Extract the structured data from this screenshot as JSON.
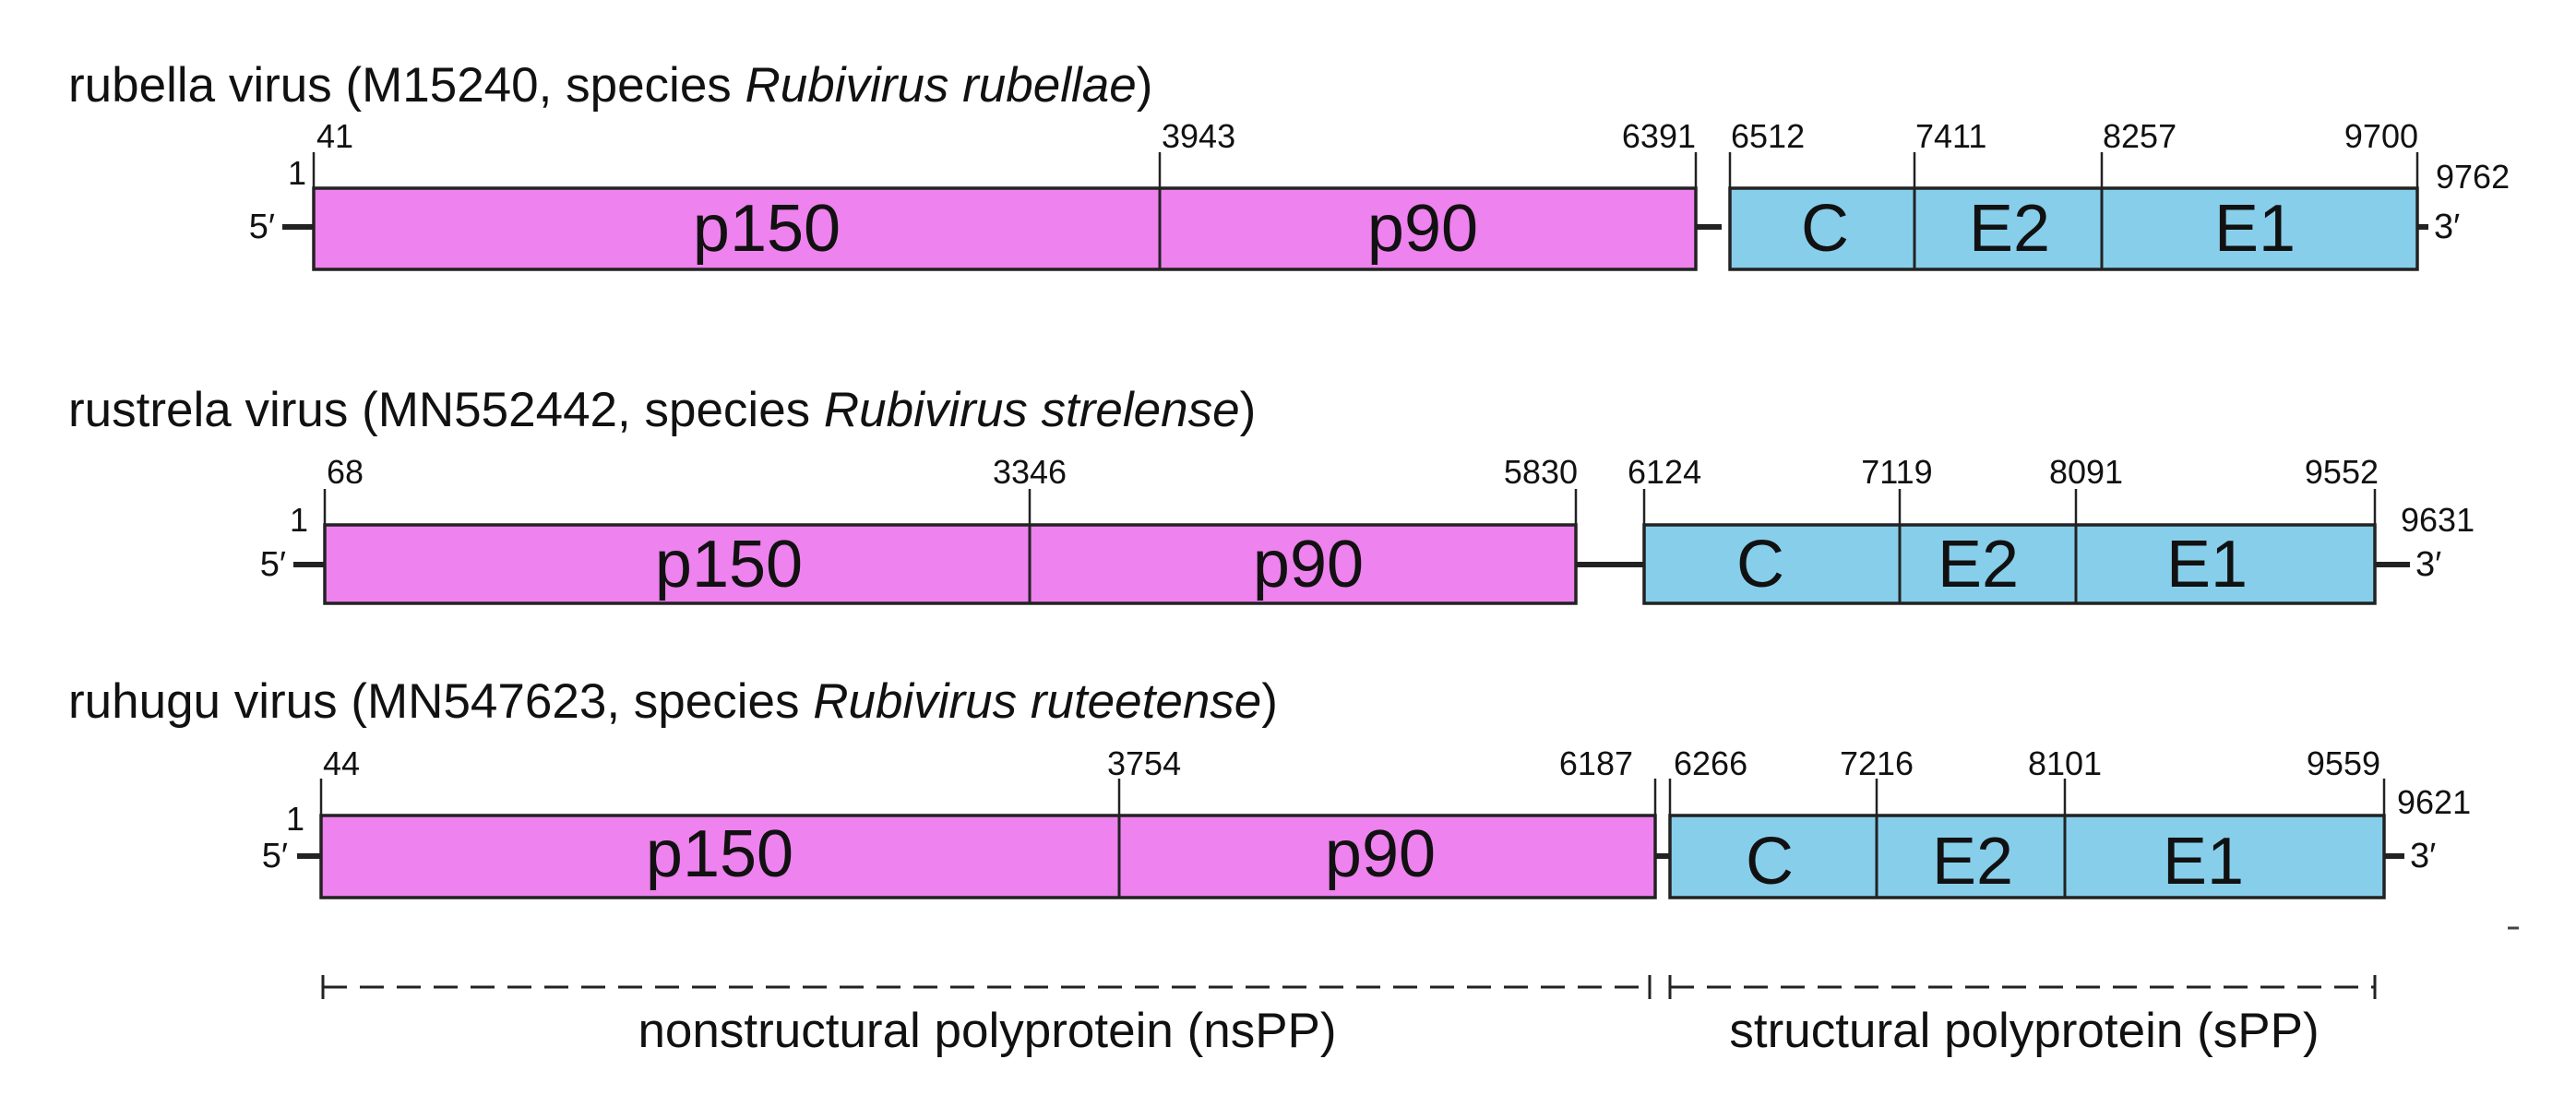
{
  "colors": {
    "nonstructural": "#EE82EE",
    "structural": "#87CEEB",
    "stroke": "#222222"
  },
  "genomes": [
    {
      "name": "rubella virus",
      "accession": "M15240",
      "species_prefix": "species",
      "species": "Rubivirus rubellae",
      "start": "1",
      "end": "9762",
      "five_prime": "5′",
      "three_prime": "3′",
      "positions": [
        "41",
        "3943",
        "6391",
        "6512",
        "7411",
        "8257",
        "9700"
      ],
      "segments": [
        "p150",
        "p90",
        "C",
        "E2",
        "E1"
      ]
    },
    {
      "name": "rustrela virus",
      "accession": "MN552442",
      "species_prefix": "species",
      "species": "Rubivirus strelense",
      "start": "1",
      "end": "9631",
      "five_prime": "5′",
      "three_prime": "3′",
      "positions": [
        "68",
        "3346",
        "5830",
        "6124",
        "7119",
        "8091",
        "9552"
      ],
      "segments": [
        "p150",
        "p90",
        "C",
        "E2",
        "E1"
      ]
    },
    {
      "name": "ruhugu virus",
      "accession": "MN547623",
      "species_prefix": "species",
      "species": "Rubivirus ruteetense",
      "start": "1",
      "end": "9621",
      "five_prime": "5′",
      "three_prime": "3′",
      "positions": [
        "44",
        "3754",
        "6187",
        "6266",
        "7216",
        "8101",
        "9559"
      ],
      "segments": [
        "p150",
        "p90",
        "C",
        "E2",
        "E1"
      ]
    }
  ],
  "polyproteins": {
    "nonstructural": "nonstructural polyprotein (nsPP)",
    "structural": "structural polyprotein (sPP)"
  }
}
